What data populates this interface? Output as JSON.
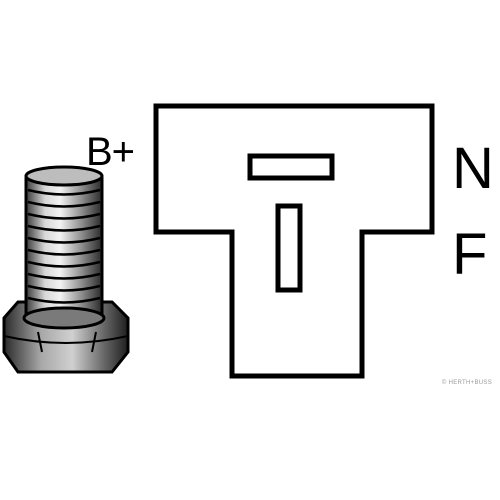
{
  "labels": {
    "b_plus": "B+",
    "n": "N",
    "f": "F"
  },
  "watermark": "© HERTH+BUSS",
  "colors": {
    "outline": "#000000",
    "background": "#ffffff",
    "bolt_light": "#cfcfcf",
    "bolt_mid": "#8a8a8a",
    "bolt_dark": "#2a2a2a",
    "watermark": "#9a9a9a"
  },
  "icons": {
    "bolt": "threaded-bolt-icon",
    "connector": "t-shaped-connector-plug"
  }
}
